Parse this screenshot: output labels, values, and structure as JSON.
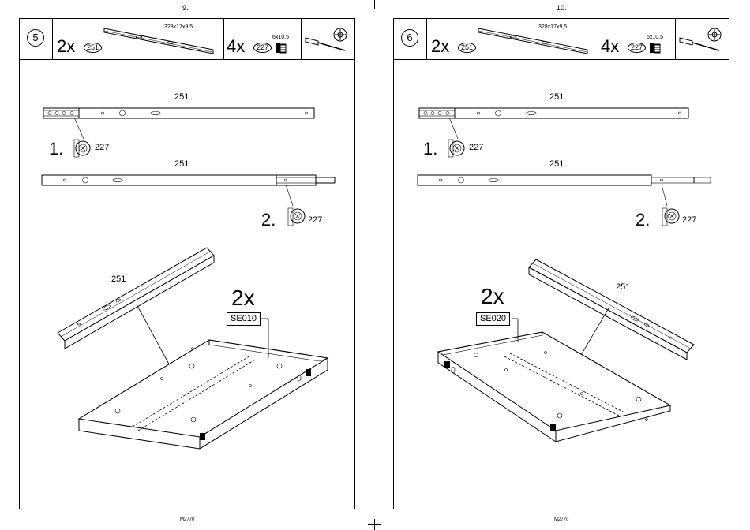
{
  "pages": [
    {
      "page_number": "9.",
      "step": "5",
      "parts": {
        "rail_qty": "2x",
        "rail_tag": "251",
        "rail_dims": "328x17x9,5",
        "screw_qty": "4x",
        "screw_tag": "227",
        "screw_dims": "6x10,5"
      },
      "labels": {
        "rail_top": "251",
        "rail_mid": "251",
        "step1": "1.",
        "step1_part": "227",
        "step2": "2.",
        "step2_part": "227",
        "rail_iso": "251",
        "assembly_qty": "2x",
        "assembly_code": "SE010"
      },
      "footer": "M2770"
    },
    {
      "page_number": "10.",
      "step": "6",
      "parts": {
        "rail_qty": "2x",
        "rail_tag": "251",
        "rail_dims": "328x17x9,5",
        "screw_qty": "4x",
        "screw_tag": "227",
        "screw_dims": "6x10,5"
      },
      "labels": {
        "rail_top": "251",
        "rail_mid": "251",
        "step1": "1.",
        "step1_part": "227",
        "step2": "2.",
        "step2_part": "227",
        "rail_iso": "251",
        "assembly_qty": "2x",
        "assembly_code": "SE020"
      },
      "footer": "M2770"
    }
  ]
}
